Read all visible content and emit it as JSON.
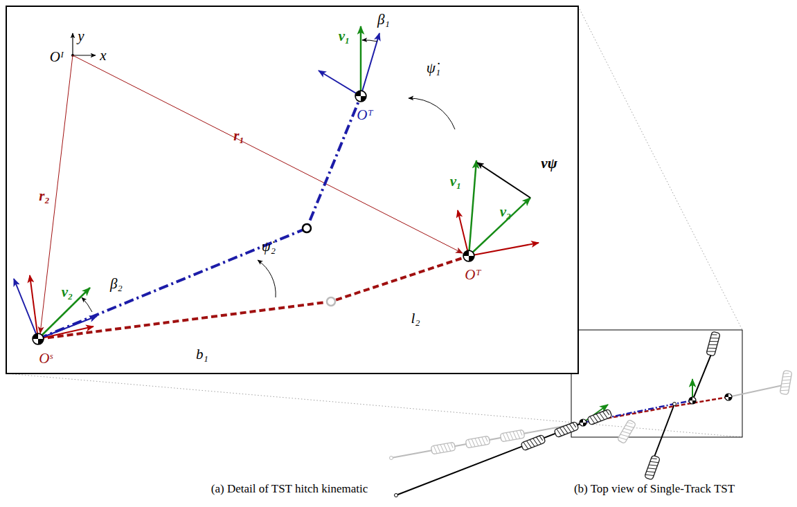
{
  "diagram": {
    "labels": [
      "y",
      "x",
      "Oᴵ",
      "r₁",
      "r₂",
      "v₁",
      "β₁",
      "Oᵀ",
      "ψ̇₁",
      "vψ",
      "v₁",
      "v₂",
      "Oᵀ",
      "v₂",
      "β₂",
      "ψ̇₂",
      "Oˢ",
      "b₁",
      "l₂",
      "(a) Detail of TST hitch kinematic",
      "(b) Top view of Single-Track TST"
    ]
  }
}
